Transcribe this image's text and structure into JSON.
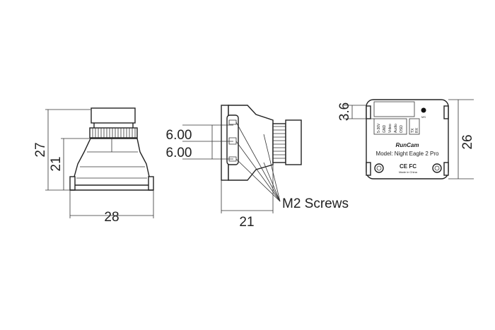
{
  "front_view": {
    "height_total": "27",
    "height_body": "21",
    "width": "28"
  },
  "side_view": {
    "dim_top": "6.00",
    "dim_bottom": "6.00",
    "width": "21",
    "screws_label": "M2 Screws"
  },
  "back_view": {
    "height_offset": "3.6",
    "height": "26",
    "brand": "RunCam",
    "model": "Model: Night Eagle 2 Pro",
    "certifications": "CE FC",
    "made_in": "Made in China",
    "pin_labels_left": [
      "5-36V",
      "GND",
      "Video",
      "Audio",
      "OSD"
    ],
    "pin_labels_right": [
      "TX",
      "RX"
    ],
    "button_label": "MS"
  },
  "colors": {
    "ink": "#222222",
    "background": "#ffffff"
  }
}
